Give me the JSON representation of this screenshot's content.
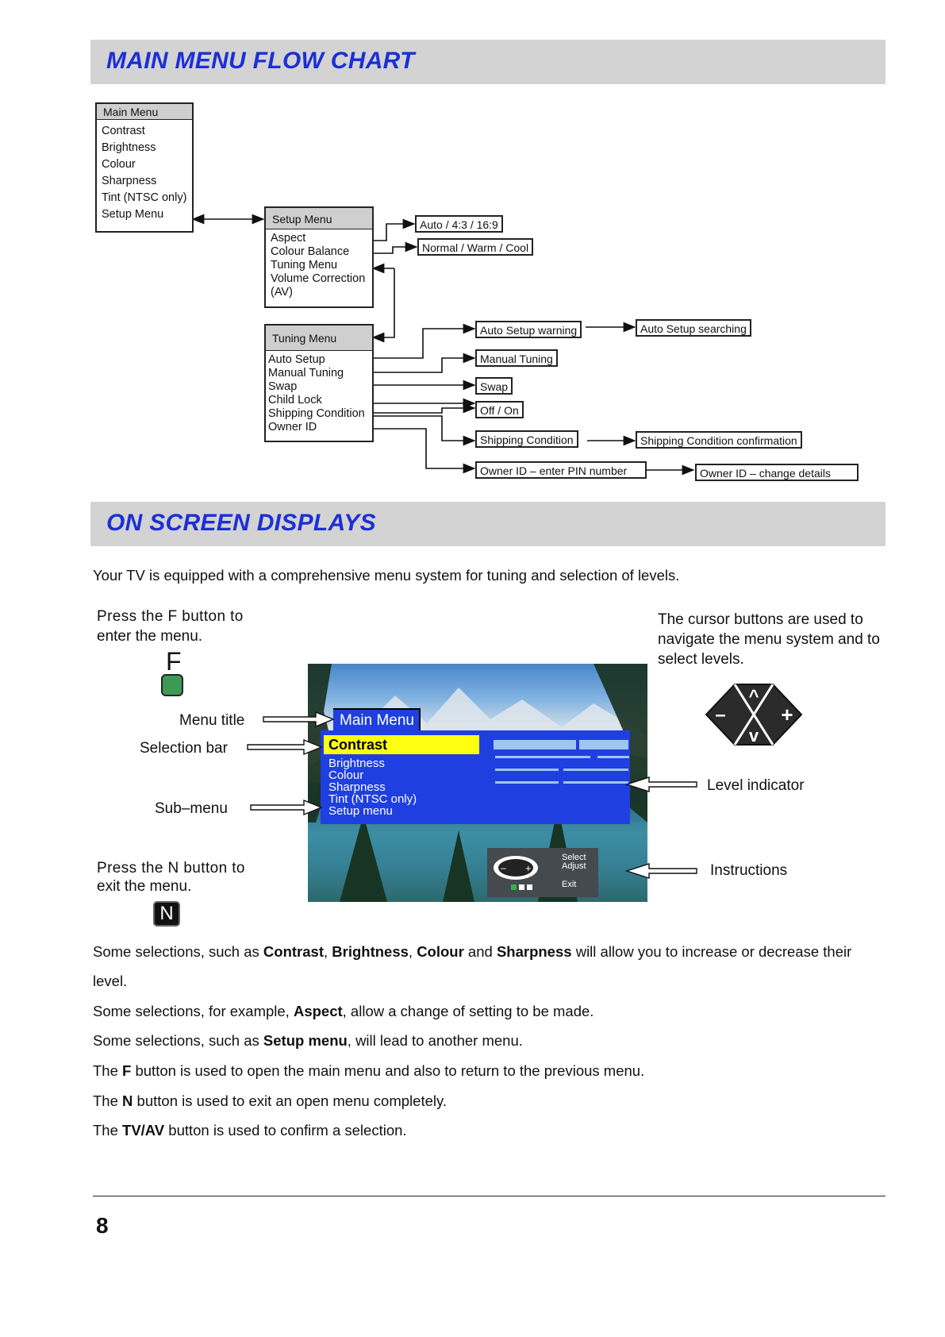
{
  "sections": {
    "flow_title": "MAIN MENU FLOW CHART",
    "osd_title": "ON SCREEN DISPLAYS"
  },
  "flowchart": {
    "main_menu": {
      "header": "Main Menu",
      "items": [
        "Contrast",
        "Brightness",
        "Colour",
        "Sharpness",
        "Tint (NTSC only)",
        "Setup Menu"
      ]
    },
    "setup_menu": {
      "header": "Setup Menu",
      "items": [
        "Aspect",
        "Colour Balance",
        "Tuning Menu",
        "Volume Correction",
        "(AV)"
      ]
    },
    "tuning_menu": {
      "header": "Tuning Menu",
      "items": [
        "Auto Setup",
        "Manual Tuning",
        "Swap",
        "Child Lock",
        "Shipping Condition",
        "Owner ID"
      ]
    },
    "options": {
      "aspect": "Auto / 4:3 / 16:9",
      "colour_balance": "Normal / Warm / Cool",
      "auto_setup_warning": "Auto Setup warning",
      "auto_setup_searching": "Auto Setup searching",
      "manual_tuning": "Manual Tuning",
      "swap": "Swap",
      "off_on": "Off / On",
      "shipping_condition": "Shipping Condition",
      "shipping_confirmation": "Shipping Condition confirmation",
      "owner_id_pin": "Owner ID  –  enter PIN number",
      "owner_id_change": "Owner ID  –  change details"
    }
  },
  "osd": {
    "intro": "Your TV is equipped with a comprehensive menu system for tuning and selection of levels.",
    "press_f_line1": "Press  the  F  button  to",
    "press_f_line2": "enter the menu.",
    "f_key": "F",
    "cursor_text": [
      "The cursor buttons are used to",
      "navigate the menu system and to",
      "select levels."
    ],
    "labels": {
      "menu_title": "Menu title",
      "selection_bar": "Selection bar",
      "sub_menu": "Sub–menu",
      "level_indicator": "Level indicator",
      "instructions": "Instructions"
    },
    "press_n_line1": "Press  the  N  button  to",
    "press_n_line2": "exit the menu.",
    "n_key": "N",
    "cursor_pad": {
      "up": "^",
      "down": "v",
      "minus": "–",
      "plus": "+"
    },
    "screen": {
      "title": "Main Menu",
      "selected": "Contrast",
      "items": [
        "Brightness",
        "Colour",
        "Sharpness",
        "Tint (NTSC only)",
        "Setup menu"
      ],
      "instr_select": "Select",
      "instr_adjust": "Adjust",
      "instr_exit": "Exit"
    }
  },
  "paragraphs": {
    "p1_a": "Some selections, such as ",
    "p1_b1": "Contrast",
    "p1_c1": ", ",
    "p1_b2": "Brightness",
    "p1_c2": ", ",
    "p1_b3": "Colour",
    "p1_c3": " and ",
    "p1_b4": "Sharpness",
    "p1_c4": " will allow you to increase or decrease their",
    "p1_line2": "level.",
    "p2_a": "Some selections, for example, ",
    "p2_b": "Aspect",
    "p2_c": ", allow a change of setting to be made.",
    "p3_a": "Some selections, such as ",
    "p3_b": "Setup menu",
    "p3_c": ", will lead to another menu.",
    "p4_a": "The ",
    "p4_b": "F",
    "p4_c": " button is used to open the main menu and also to return to the previous menu.",
    "p5_a": "The ",
    "p5_b": "N",
    "p5_c": " button is used to exit an open menu completely.",
    "p6_a": "The ",
    "p6_b": "TV/AV",
    "p6_c": " button is used to confirm a selection."
  },
  "page_number": "8"
}
